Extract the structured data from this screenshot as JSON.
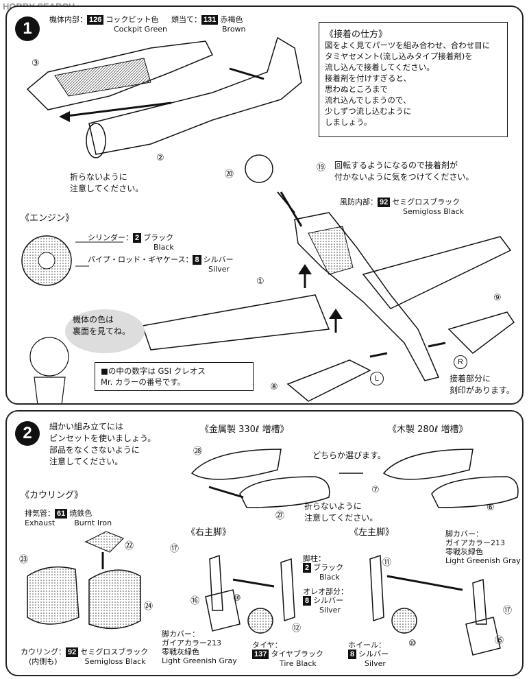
{
  "watermark": "HOBBY SEARCH",
  "step1": {
    "number": "1",
    "labels": {
      "fuselage_inner": "機体内部：",
      "cockpit_badge": "126",
      "cockpit_jp": "コックピット色",
      "cockpit_en": "Cockpit Green",
      "headrest": "頭当て：",
      "brown_badge": "131",
      "brown_jp": "赤褐色",
      "brown_en": "Brown",
      "careful_jp1": "折らないように",
      "careful_jp2": "注意してください。",
      "engine_title": "《エンジン》",
      "cyl": "シリンダー：",
      "black_badge": "2",
      "black_jp": "ブラック",
      "black_en": "Black",
      "pipe": "パイプ・ロッド・ギヤケース：",
      "silver_badge": "8",
      "silver_jp": "シルバー",
      "silver_en": "Silver",
      "rotate_jp1": "回転するようになるので接着剤が",
      "rotate_jp2": "付かないように気をつけてください。",
      "canopy": "風防内部：",
      "sg_badge": "92",
      "sg_jp": "セミグロスブラック",
      "sg_en": "Semigloss Black",
      "body_color_1": "機体の色は",
      "body_color_2": "裏面を見てね。",
      "gsi_1": "■の中の数字は GSI クレオス",
      "gsi_2": "Mr. カラーの番号です。",
      "mark_jp1": "接着部分に",
      "mark_jp2": "刻印があります。",
      "R": "R",
      "L": "L"
    },
    "glue_box": {
      "title": "《接着の仕方》",
      "lines": [
        "図をよく見てパーツを組み合わせ、合わせ目に",
        "タミヤセメント(流し込みタイプ接着剤)を",
        "流し込んで接着してください。",
        "接着剤を付けすぎると、",
        "思わぬところまで",
        "流れ込んでしまうので、",
        "少しずつ流し込むように",
        "しましょう。"
      ]
    },
    "parts": [
      "①",
      "②",
      "③",
      "⑧",
      "⑨",
      "⑲",
      "⑳"
    ]
  },
  "step2": {
    "number": "2",
    "intro": [
      "細かい組み立てには",
      "ピンセットを使いましょう。",
      "部品をなくさないように",
      "注意してください。"
    ],
    "metal_tank": "《金属製 330ℓ 増槽》",
    "wood_tank": "《木製 280ℓ 増槽》",
    "choose": "どちらか選びます。",
    "careful_jp1": "折らないように",
    "careful_jp2": "注意してください。",
    "cowling_title": "《カウリング》",
    "exhaust_jp": "排気管：",
    "exhaust_en": "Exhaust",
    "burnt_badge": "61",
    "burnt_jp": "焼鉄色",
    "burnt_en": "Burnt Iron",
    "cowl_jp": "カウリング：",
    "cowl_sub": "(内側も)",
    "sg_badge": "92",
    "sg_jp": "セミグロスブラック",
    "sg_en": "Semigloss Black",
    "right_leg": "《右主脚》",
    "left_leg": "《左主脚》",
    "strut_jp": "脚柱：",
    "black_badge": "2",
    "black_jp": "ブラック",
    "black_en": "Black",
    "oleo_jp": "オレオ部分：",
    "silver_badge": "8",
    "silver_jp": "シルバー",
    "silver_en": "Silver",
    "cover_jp": "脚カバー：",
    "gaia": "ガイアカラー213",
    "gray_jp": "零戦灰緑色",
    "gray_en": "Light Greenish Gray",
    "tire_jp": "タイヤ：",
    "tire_badge": "137",
    "tire_jp2": "タイヤブラック",
    "tire_en": "Tire Black",
    "wheel_jp": "ホイール：",
    "parts": [
      "⑥",
      "⑦",
      "⑩",
      "⑪",
      "⑫",
      "⑮",
      "⑯",
      "⑰",
      "㉒",
      "㉓",
      "㉔",
      "㉗",
      "㉘"
    ]
  }
}
